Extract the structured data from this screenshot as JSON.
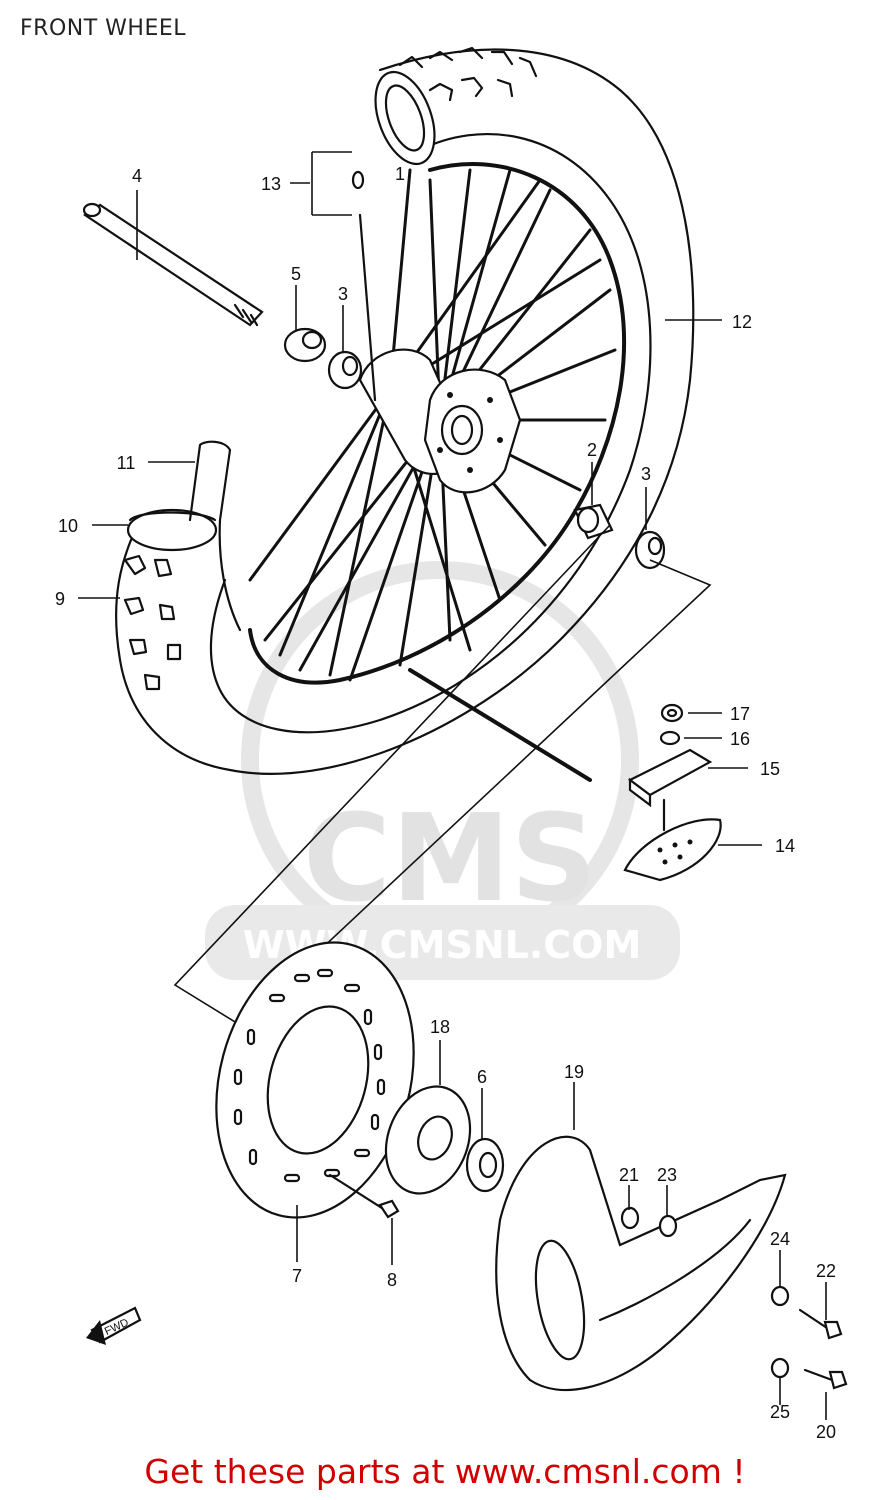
{
  "title": "FRONT WHEEL",
  "footer": {
    "text": "Get these parts at www.cmsnl.com !",
    "color": "#d10000"
  },
  "watermark": {
    "logo": "CMS",
    "url": "WWW.CMSNL.COM",
    "color": "#e6e6e6"
  },
  "direction_marker": "FWD",
  "callouts": [
    "1",
    "2",
    "3",
    "3",
    "4",
    "5",
    "6",
    "7",
    "8",
    "9",
    "10",
    "11",
    "12",
    "13",
    "14",
    "15",
    "16",
    "17",
    "18",
    "19",
    "20",
    "21",
    "22",
    "23",
    "24",
    "25"
  ],
  "parts": {
    "p1": "1",
    "p2": "2",
    "p3a": "3",
    "p3b": "3",
    "p4": "4",
    "p5": "5",
    "p6": "6",
    "p7": "7",
    "p8": "8",
    "p9": "9",
    "p10": "10",
    "p11": "11",
    "p12": "12",
    "p13": "13",
    "p14": "14",
    "p15": "15",
    "p16": "16",
    "p17": "17",
    "p18": "18",
    "p19": "19",
    "p20": "20",
    "p21": "21",
    "p22": "22",
    "p23": "23",
    "p24": "24",
    "p25": "25"
  }
}
